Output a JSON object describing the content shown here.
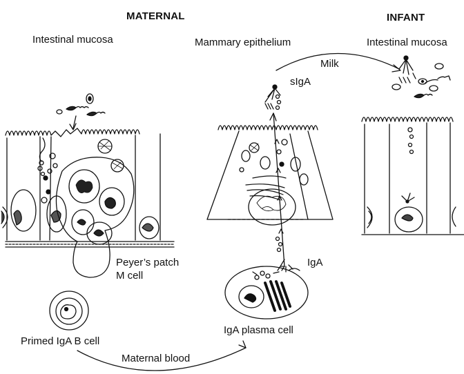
{
  "headers": {
    "maternal": "MATERNAL",
    "infant": "INFANT"
  },
  "labels": {
    "maternal_intestinal_mucosa": "Intestinal mucosa",
    "mammary_epithelium": "Mammary epithelium",
    "infant_intestinal_mucosa": "Intestinal mucosa",
    "milk": "Milk",
    "siga": "sIgA",
    "iga": "IgA",
    "peyers_patch": "Peyer’s patch",
    "m_cell": "M cell",
    "primed_iga_b_cell": "Primed IgA B cell",
    "maternal_blood": "Maternal blood",
    "iga_plasma_cell": "IgA plasma cell"
  },
  "colors": {
    "ink": "#111111",
    "background": "#ffffff"
  }
}
